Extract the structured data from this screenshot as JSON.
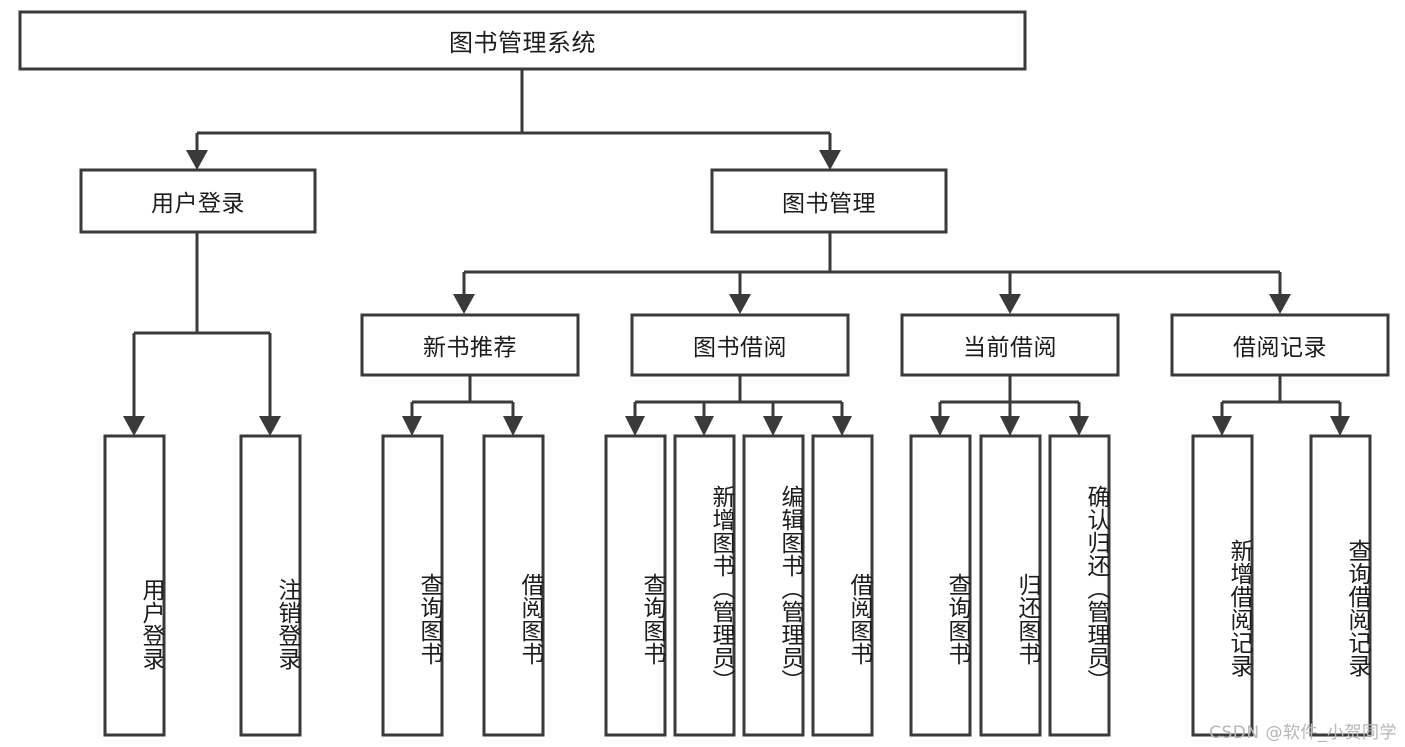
{
  "diagram": {
    "type": "tree-hierarchy",
    "title": "图书管理系统",
    "watermark": "CSDN @软件_小贺同学",
    "colors": {
      "stroke": "#3a3a3a",
      "box_fill": "#ffffff",
      "text": "#1c1c1c",
      "background": "#ffffff",
      "watermark": "#b6b6b6"
    },
    "levels": {
      "root": {
        "label": "图书管理系统",
        "orientation": "horizontal"
      },
      "level2": [
        {
          "label": "用户登录",
          "orientation": "horizontal"
        },
        {
          "label": "图书管理",
          "orientation": "horizontal"
        }
      ],
      "level3": [
        {
          "label": "新书推荐",
          "orientation": "horizontal",
          "parent": "图书管理"
        },
        {
          "label": "图书借阅",
          "orientation": "horizontal",
          "parent": "图书管理"
        },
        {
          "label": "当前借阅",
          "orientation": "horizontal",
          "parent": "图书管理"
        },
        {
          "label": "借阅记录",
          "orientation": "horizontal",
          "parent": "图书管理"
        }
      ],
      "leaves": [
        {
          "label": "用户登录",
          "orientation": "vertical",
          "parent": "用户登录"
        },
        {
          "label": "注销登录",
          "orientation": "vertical",
          "parent": "用户登录"
        },
        {
          "label": "查询图书",
          "orientation": "vertical",
          "parent": "新书推荐"
        },
        {
          "label": "借阅图书",
          "orientation": "vertical",
          "parent": "新书推荐"
        },
        {
          "label": "查询图书",
          "orientation": "vertical",
          "parent": "图书借阅"
        },
        {
          "label": "新增图书（管理员）",
          "orientation": "vertical",
          "parent": "图书借阅"
        },
        {
          "label": "编辑图书（管理员）",
          "orientation": "vertical",
          "parent": "图书借阅"
        },
        {
          "label": "借阅图书",
          "orientation": "vertical",
          "parent": "图书借阅"
        },
        {
          "label": "查询图书",
          "orientation": "vertical",
          "parent": "当前借阅"
        },
        {
          "label": "归还图书",
          "orientation": "vertical",
          "parent": "当前借阅"
        },
        {
          "label": "确认归还（管理员）",
          "orientation": "vertical",
          "parent": "当前借阅"
        },
        {
          "label": "新增借阅记录",
          "orientation": "vertical",
          "parent": "借阅记录"
        },
        {
          "label": "查询借阅记录",
          "orientation": "vertical",
          "parent": "借阅记录"
        }
      ]
    }
  }
}
